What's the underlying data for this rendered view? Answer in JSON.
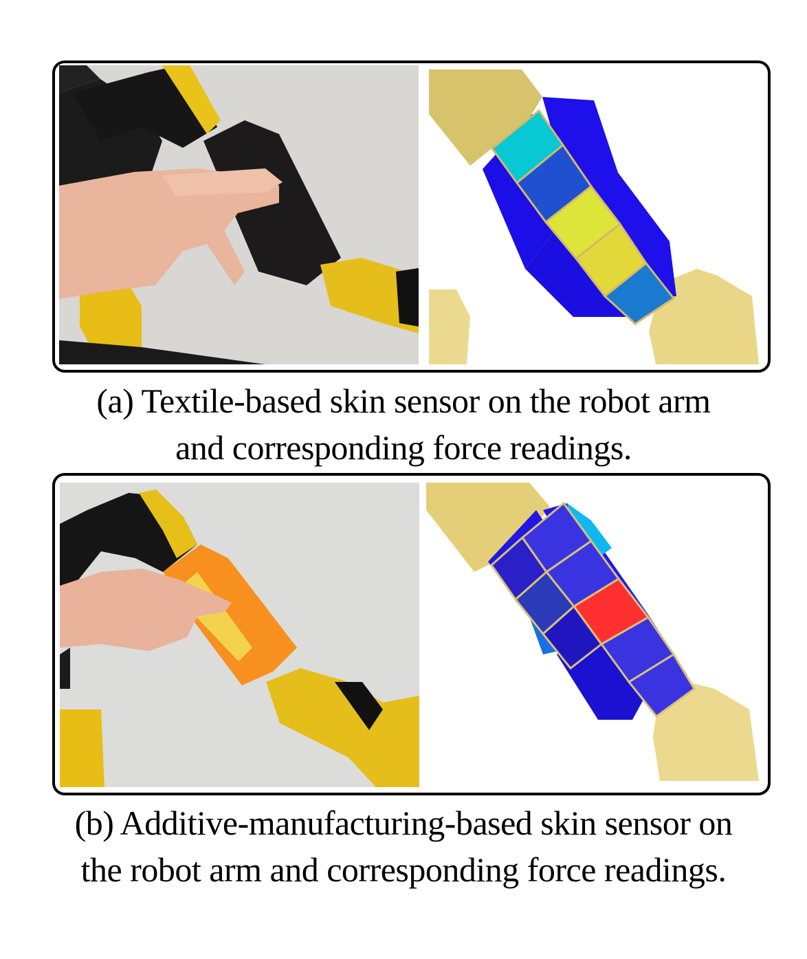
{
  "figure": {
    "panels": [
      {
        "id": "a",
        "caption_line1": "(a) Textile-based skin sensor on the robot arm",
        "caption_line2": "and corresponding force readings.",
        "photo": {
          "description": "Hand pressing on black textile skin sensor wrapped around yellow/black robot arm",
          "sensor_color": "#1c1a1a"
        },
        "render": {
          "description": "3D visualization of sensor cells on robot arm model colored by force",
          "arm_color": "#d8c470",
          "cells_front": [
            "#08c8d4",
            "#1f50d0",
            "#dde43a",
            "#e3d83a",
            "#1a7ad0"
          ],
          "side_color": "#1a10e8"
        }
      },
      {
        "id": "b",
        "caption_line1": "(b) Additive-manufacturing-based skin sensor on",
        "caption_line2": "the robot arm and corresponding force readings.",
        "photo": {
          "description": "Finger pressing on orange 3D-printed skin sensor around robot arm",
          "sensor_color": "#f68a1e"
        },
        "render": {
          "description": "3D visualization of sensor cells with one red high-force cell",
          "arm_color": "#e8d580",
          "cells_front": [
            "#3a34e0",
            "#3a34e0",
            "#ff3030",
            "#3a34e0",
            "#3a34e0"
          ],
          "cells_left": [
            "#2a20c8",
            "#2a20c8",
            "#2a3ab8",
            "#2016c0",
            "#2016c0"
          ],
          "side_color": "#2018e8",
          "side_accent": "#10b8f0"
        }
      }
    ]
  }
}
